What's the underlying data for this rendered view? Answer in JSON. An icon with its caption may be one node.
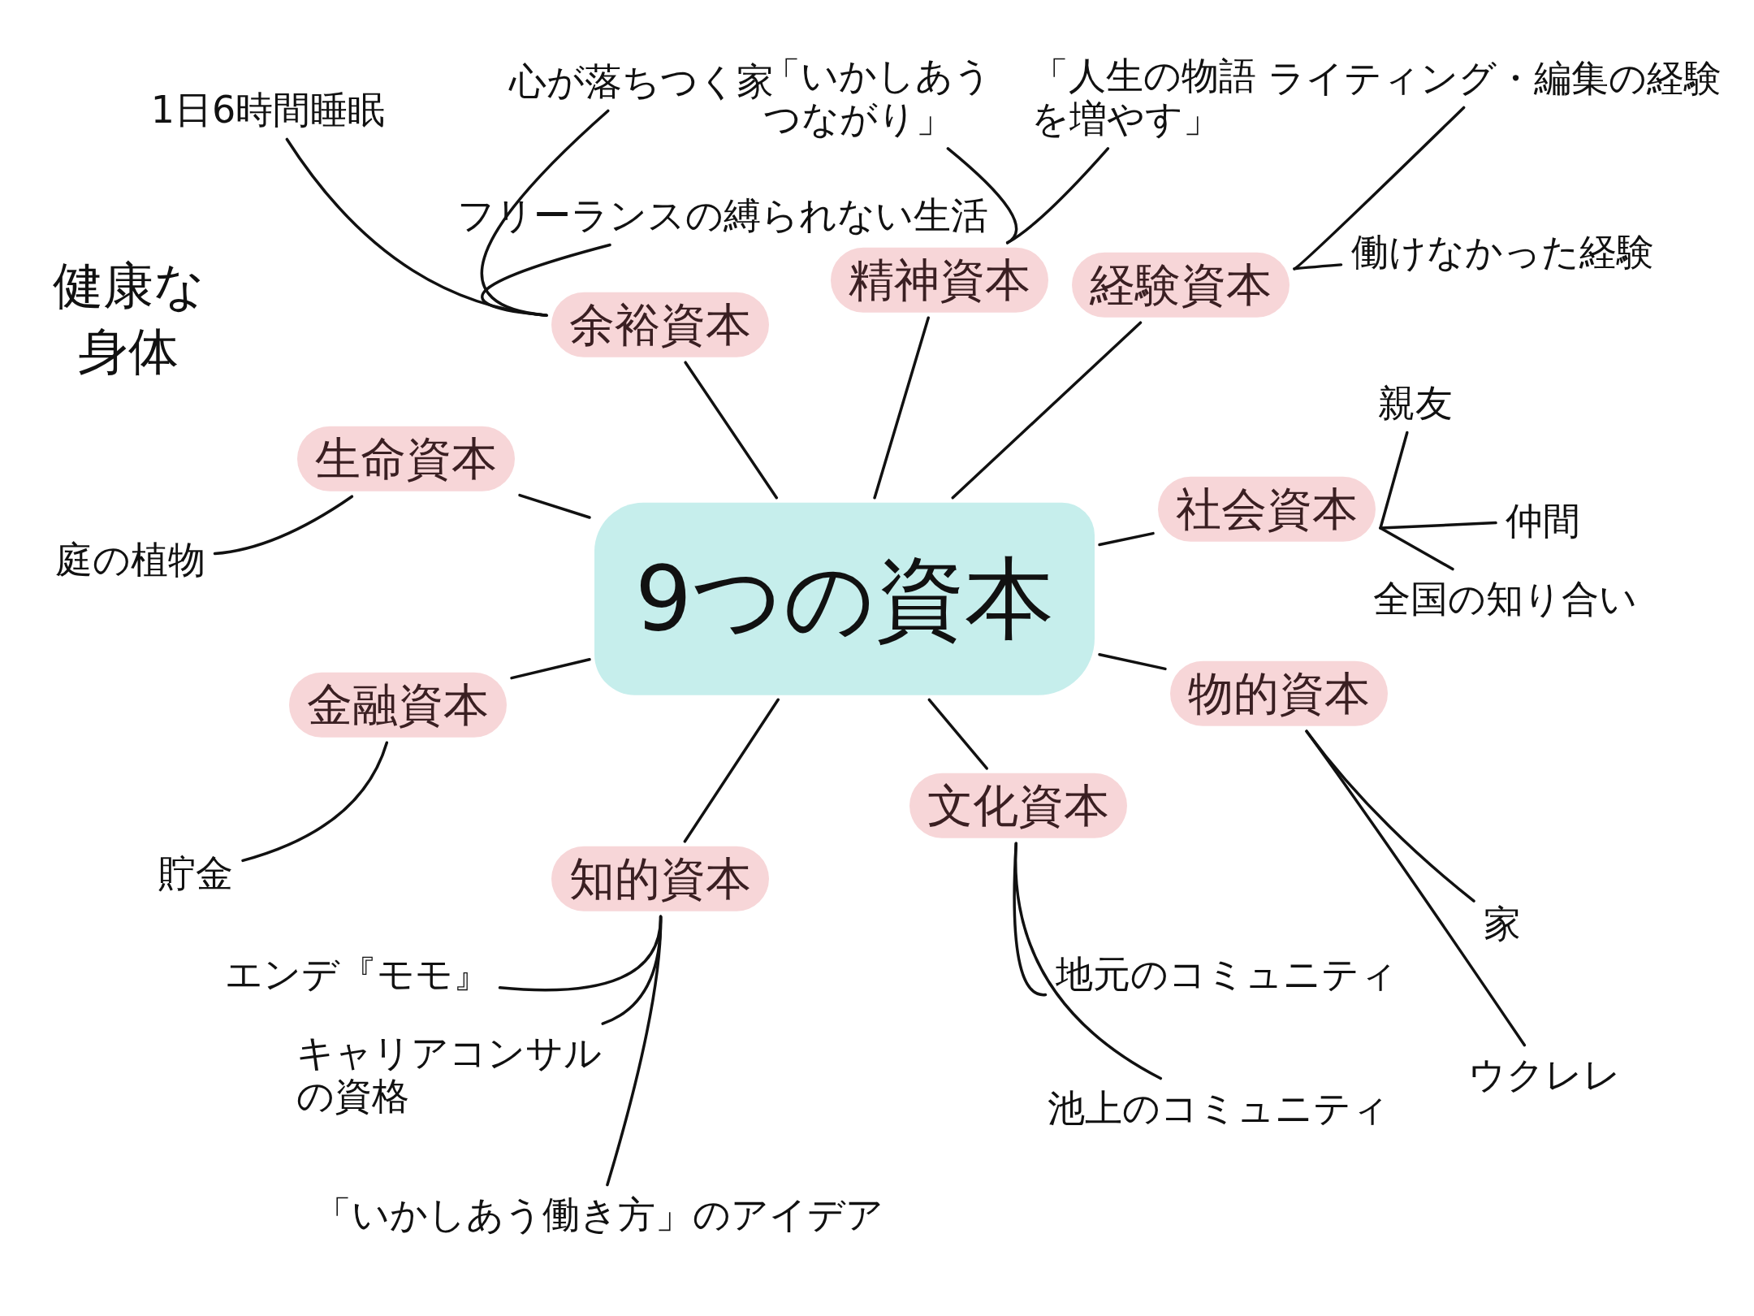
{
  "diagram": {
    "nodes": [
      {
        "text": [
          "9つの資本"
        ]
      },
      {
        "text": [
          "余裕資本"
        ]
      },
      {
        "text": [
          "精神資本"
        ]
      },
      {
        "text": [
          "経験資本"
        ]
      },
      {
        "text": [
          "生命資本"
        ]
      },
      {
        "text": [
          "社会資本"
        ]
      },
      {
        "text": [
          "金融資本"
        ]
      },
      {
        "text": [
          "物的資本"
        ]
      },
      {
        "text": [
          "文化資本"
        ]
      },
      {
        "text": [
          "知的資本"
        ]
      },
      {
        "text": [
          "1日6時間睡眠"
        ]
      },
      {
        "text": [
          "心が落ちつく家"
        ]
      },
      {
        "text": [
          "フリーランスの縛られない生活"
        ]
      },
      {
        "text": [
          "「いかしあうつながり」"
        ]
      },
      {
        "text": [
          "「人生の物語を増やす」"
        ]
      },
      {
        "text": [
          "ライティング・編集の経験"
        ]
      },
      {
        "text": [
          "働けなかった経験"
        ]
      },
      {
        "text": [
          "親友"
        ]
      },
      {
        "text": [
          "仲間"
        ]
      },
      {
        "text": [
          "全国の知り合い"
        ]
      },
      {
        "text": [
          "家"
        ]
      },
      {
        "text": [
          "ウクレレ"
        ]
      },
      {
        "text": [
          "地元のコミュニティ"
        ]
      },
      {
        "text": [
          "池上のコミュニティ"
        ]
      },
      {
        "text": [
          "エンデ『モモ』"
        ]
      },
      {
        "text": [
          "キャリアコンサルの資格"
        ]
      },
      {
        "text": [
          "「いかしあう働き方」のアイデア"
        ]
      },
      {
        "text": [
          "貯金"
        ]
      },
      {
        "text": [
          "庭の植物"
        ]
      }
    ],
    "edges": [
      {
        "from": 0,
        "to": 1,
        "arrow": "none"
      },
      {
        "from": 0,
        "to": 2,
        "arrow": "none"
      },
      {
        "from": 0,
        "to": 3,
        "arrow": "none"
      },
      {
        "from": 0,
        "to": 4,
        "arrow": "none"
      },
      {
        "from": 0,
        "to": 5,
        "arrow": "none"
      },
      {
        "from": 0,
        "to": 6,
        "arrow": "none"
      },
      {
        "from": 0,
        "to": 7,
        "arrow": "none"
      },
      {
        "from": 0,
        "to": 8,
        "arrow": "none"
      },
      {
        "from": 0,
        "to": 9,
        "arrow": "none"
      },
      {
        "from": 1,
        "to": 10,
        "arrow": "none"
      },
      {
        "from": 1,
        "to": 11,
        "arrow": "none"
      },
      {
        "from": 1,
        "to": 12,
        "arrow": "none"
      },
      {
        "from": 2,
        "to": 13,
        "arrow": "none"
      },
      {
        "from": 2,
        "to": 14,
        "arrow": "none"
      },
      {
        "from": 3,
        "to": 15,
        "arrow": "none"
      },
      {
        "from": 3,
        "to": 16,
        "arrow": "none"
      },
      {
        "from": 5,
        "to": 17,
        "arrow": "none"
      },
      {
        "from": 5,
        "to": 18,
        "arrow": "none"
      },
      {
        "from": 5,
        "to": 19,
        "arrow": "none"
      },
      {
        "from": 7,
        "to": 20,
        "arrow": "none"
      },
      {
        "from": 7,
        "to": 21,
        "arrow": "none"
      },
      {
        "from": 8,
        "to": 22,
        "arrow": "none"
      },
      {
        "from": 8,
        "to": 23,
        "arrow": "none"
      },
      {
        "from": 9,
        "to": 24,
        "arrow": "none"
      },
      {
        "from": 9,
        "to": 25,
        "arrow": "none"
      },
      {
        "from": 9,
        "to": 26,
        "arrow": "none"
      },
      {
        "from": 6,
        "to": 27,
        "arrow": "none"
      },
      {
        "from": 4,
        "to": 28,
        "arrow": "none"
      }
    ],
    "labels": [
      "健康な身体"
    ]
  }
}
